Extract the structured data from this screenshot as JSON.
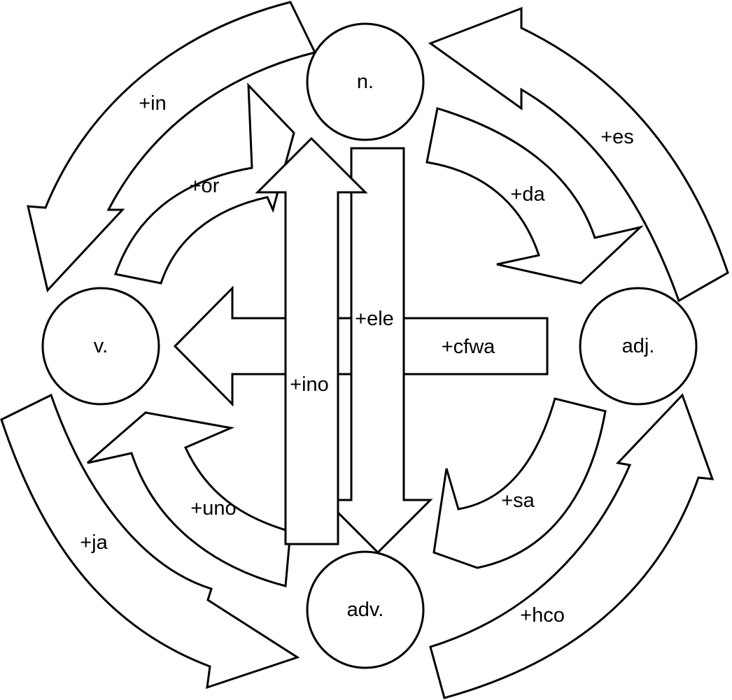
{
  "nodes": {
    "noun": "n.",
    "verb": "v.",
    "adjective": "adj.",
    "adverb": "adv."
  },
  "affixes": {
    "in": "+in",
    "or": "+or",
    "es": "+es",
    "da": "+da",
    "ele": "+ele",
    "cfwa": "+cfwa",
    "ino": "+ino",
    "uno": "+uno",
    "ja": "+ja",
    "sa": "+sa",
    "hco": "+hco"
  },
  "colors": {
    "stroke": "#000000",
    "fill": "#ffffff"
  }
}
